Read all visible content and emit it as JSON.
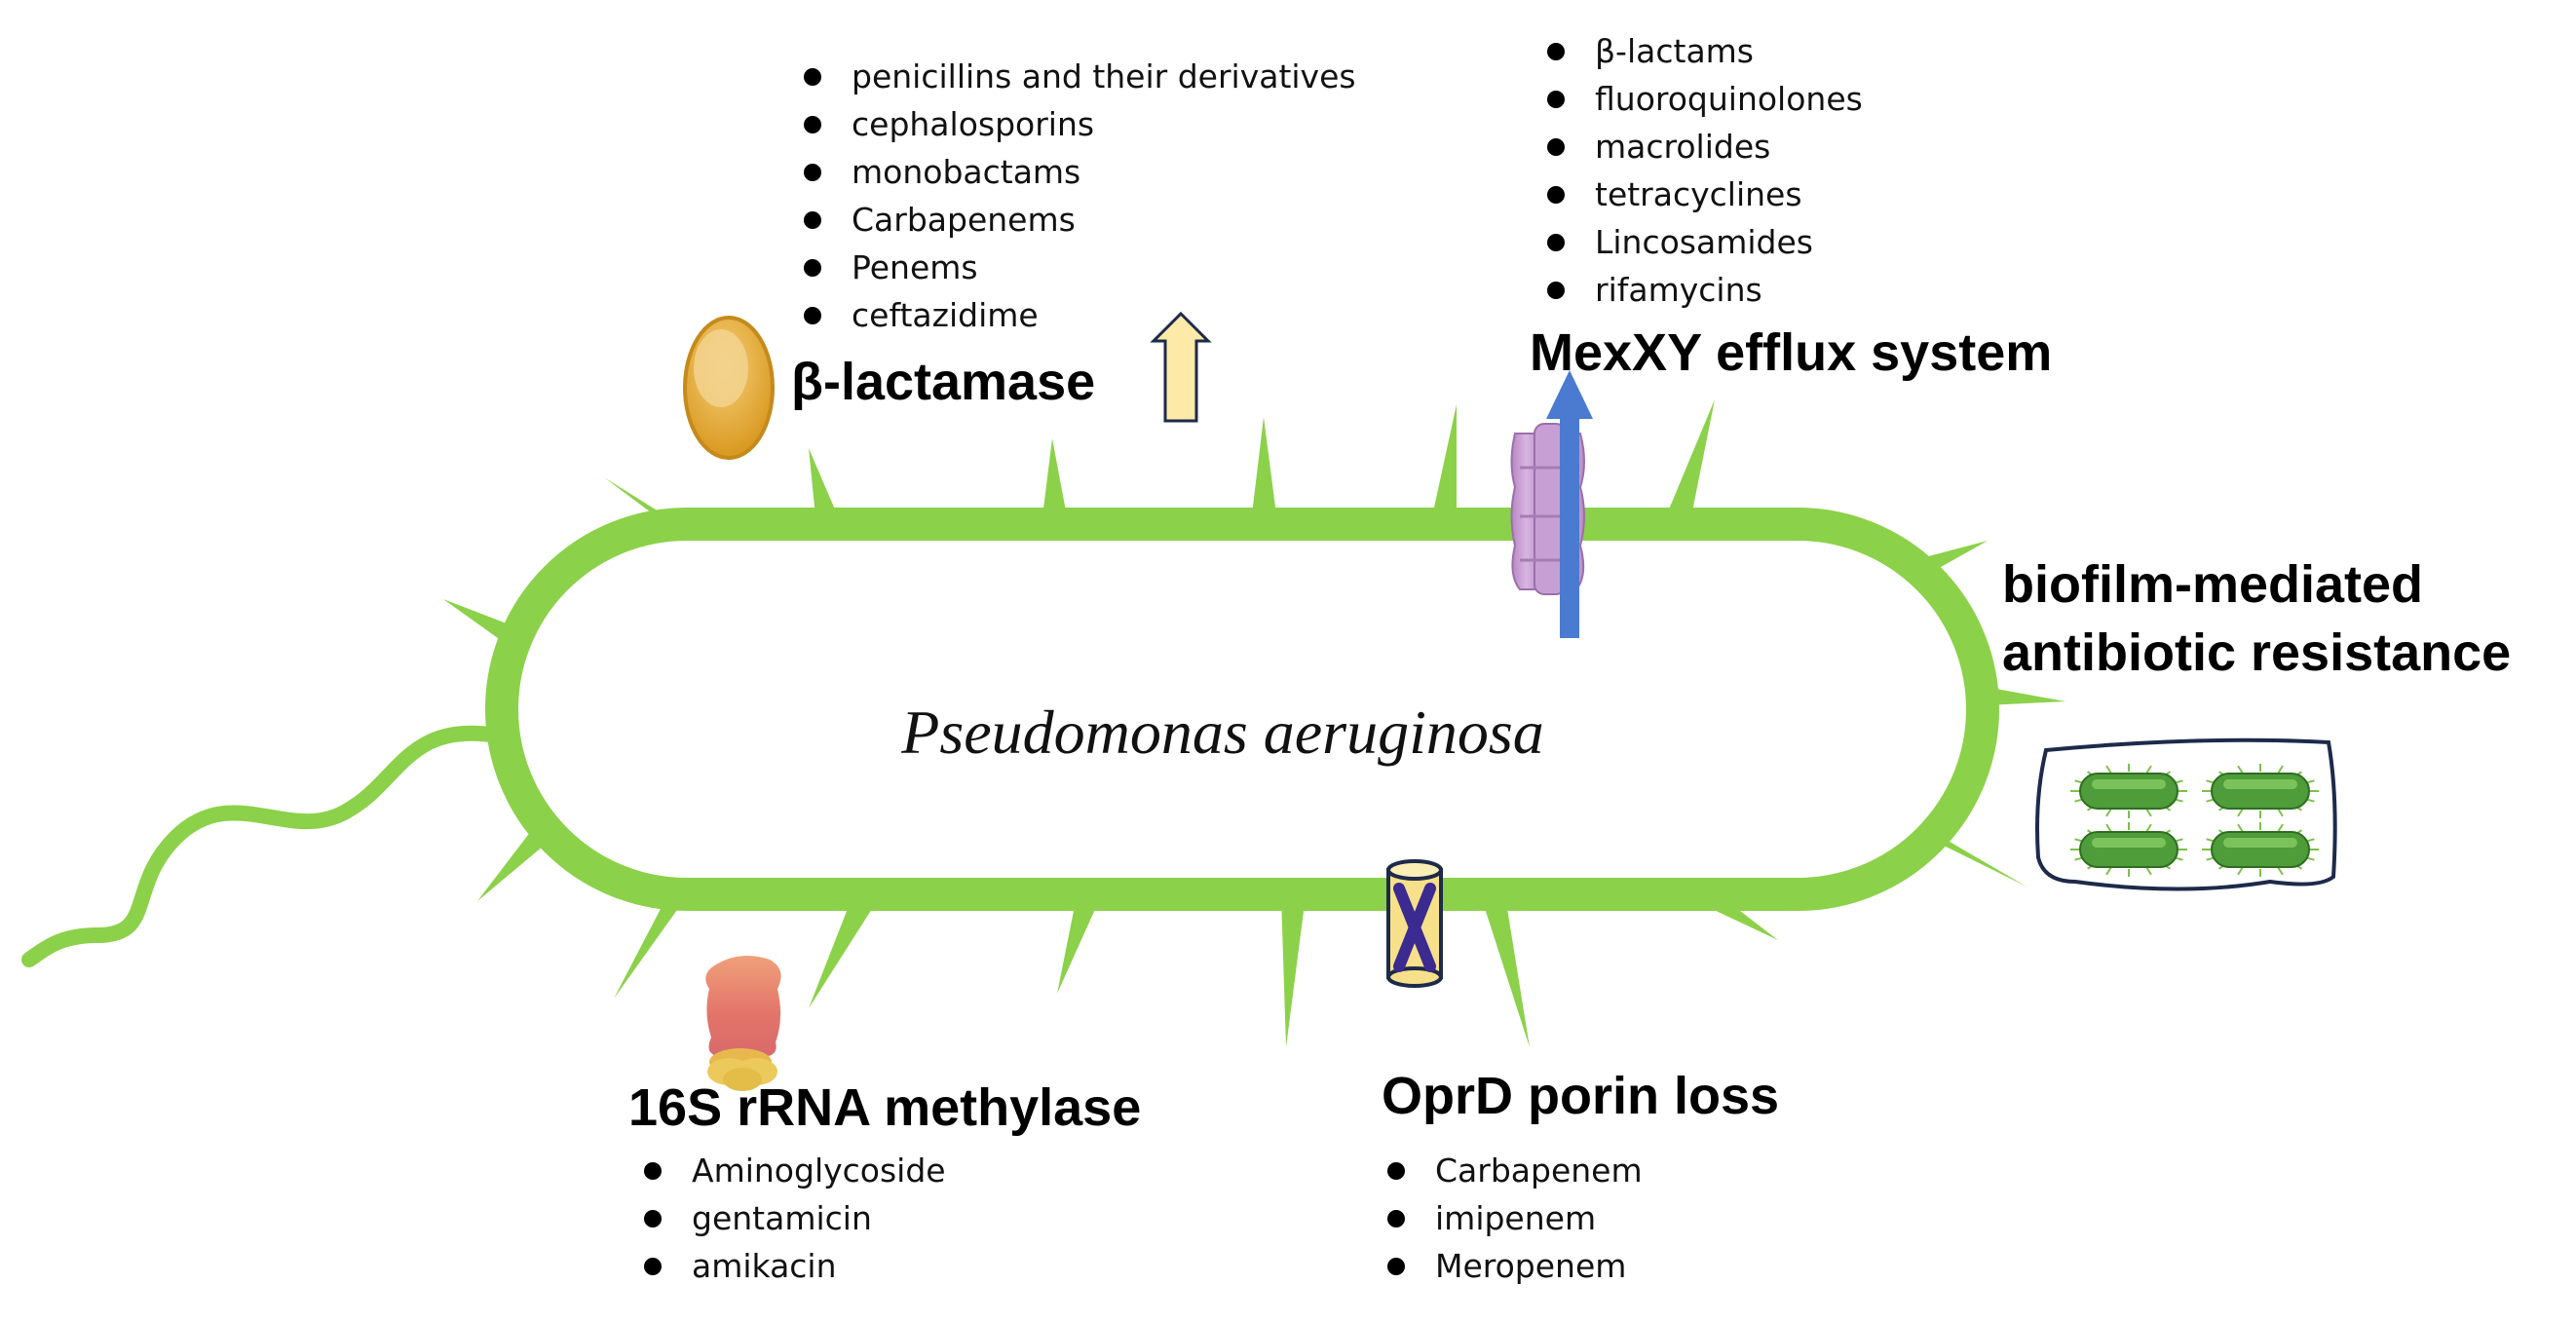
{
  "organism": {
    "name": "Pseudomonas aeruginosa"
  },
  "mechanisms": {
    "beta_lactamase": {
      "title": "β-lactamase",
      "items": [
        "penicillins and their derivatives",
        "cephalosporins",
        "monobactams",
        "Carbapenems",
        "Penems",
        "ceftazidime"
      ]
    },
    "efflux": {
      "title": "MexXY efflux system",
      "items": [
        "β-lactams",
        "fluoroquinolones",
        "macrolides",
        "tetracyclines",
        "Lincosamides",
        "rifamycins"
      ]
    },
    "biofilm": {
      "title_line1": "biofilm-mediated",
      "title_line2": "antibiotic resistance"
    },
    "methylase": {
      "title": "16S rRNA methylase",
      "items": [
        "Aminoglycoside",
        "gentamicin",
        "amikacin"
      ]
    },
    "porin": {
      "title": "OprD porin loss",
      "items": [
        "Carbapenem",
        "imipenem",
        "Meropenem"
      ]
    }
  },
  "colors": {
    "membrane": "#8cd14a",
    "spike": "#8cd14a",
    "enzyme": "#e0a838",
    "up_arrow_fill": "#fde9a8",
    "efflux_pump": "#c69ad0",
    "efflux_arrow": "#4a7bd0",
    "porin_fill": "#f7e08a",
    "porin_cross": "#3b2a8f",
    "ribosome_top": "#e8836a",
    "ribosome_bottom": "#ebc95a",
    "biofilm_cell": "#4f9c3a"
  }
}
